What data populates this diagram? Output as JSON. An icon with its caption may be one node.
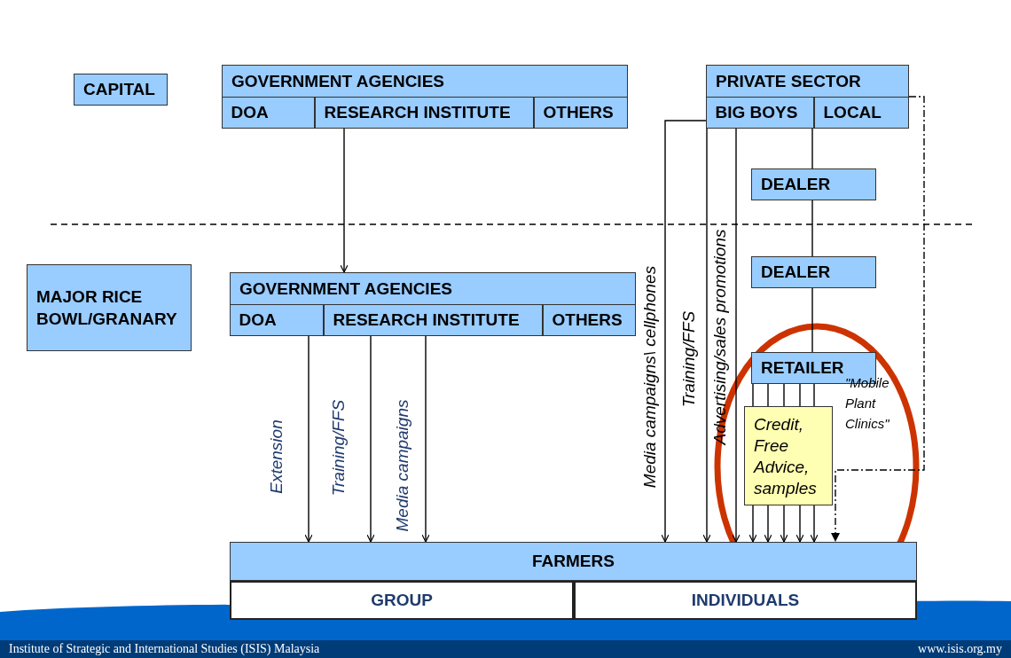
{
  "diagram": {
    "nodes": [
      {
        "text": [
          "CAPITAL"
        ]
      },
      {
        "text": [
          "GOVERNMENT AGENCIES"
        ]
      },
      {
        "text": [
          "DOA"
        ],
        "in": 1
      },
      {
        "text": [
          "RESEARCH INSTITUTE"
        ],
        "in": 1
      },
      {
        "text": [
          "OTHERS"
        ],
        "in": 1
      },
      {
        "text": [
          "PRIVATE SECTOR"
        ]
      },
      {
        "text": [
          "BIG BOYS"
        ],
        "in": 5
      },
      {
        "text": [
          "LOCAL"
        ],
        "in": 5
      },
      {
        "text": [
          "DEALER"
        ]
      },
      {
        "text": [
          "MAJOR RICE BOWL/GRANARY"
        ]
      },
      {
        "text": [
          "GOVERNMENT AGENCIES"
        ]
      },
      {
        "text": [
          "DOA"
        ],
        "in": 10
      },
      {
        "text": [
          "RESEARCH INSTITUTE"
        ],
        "in": 10
      },
      {
        "text": [
          "OTHERS"
        ],
        "in": 10
      },
      {
        "text": [
          "DEALER"
        ]
      },
      {
        "text": [
          "RETAILER"
        ]
      },
      {
        "text": [
          "Credit, Free Advice, samples"
        ]
      },
      {
        "text": [
          "FARMERS"
        ]
      },
      {
        "text": [
          "GROUP"
        ]
      },
      {
        "text": [
          "INDIVIDUALS"
        ]
      }
    ],
    "edges": [
      {
        "from": 3,
        "to": 10,
        "arrow": "to"
      },
      {
        "from": 11,
        "to": 17,
        "arrow": "to",
        "label": "Extension"
      },
      {
        "from": 12,
        "to": 17,
        "arrow": "to",
        "label": "Training/FFS"
      },
      {
        "from": 12,
        "to": 17,
        "arrow": "to",
        "label": "Media campaigns"
      },
      {
        "from": 6,
        "to": 17,
        "arrow": "to",
        "label": "Media campaigns\\ cellphones"
      },
      {
        "from": 6,
        "to": 17,
        "arrow": "to",
        "label": "Training/FFS"
      },
      {
        "from": 6,
        "to": 17,
        "arrow": "to",
        "label": "Advertising/sales promotions"
      },
      {
        "from": 7,
        "to": 8,
        "arrow": "none"
      },
      {
        "from": 8,
        "to": 14,
        "arrow": "none"
      },
      {
        "from": 14,
        "to": 15,
        "arrow": "none"
      },
      {
        "from": 15,
        "to": 16,
        "arrow": "none"
      },
      {
        "from": 15,
        "to": 16,
        "arrow": "none"
      },
      {
        "from": 15,
        "to": 16,
        "arrow": "none"
      },
      {
        "from": 15,
        "to": 16,
        "arrow": "none"
      },
      {
        "from": 15,
        "to": 16,
        "arrow": "none"
      },
      {
        "from": 16,
        "to": 17,
        "arrow": "to"
      },
      {
        "from": 16,
        "to": 17,
        "arrow": "to"
      },
      {
        "from": 16,
        "to": 17,
        "arrow": "to"
      },
      {
        "from": 16,
        "to": 17,
        "arrow": "to"
      },
      {
        "from": 16,
        "to": 17,
        "arrow": "to"
      },
      {
        "from": 5,
        "to": 17,
        "arrow": "to",
        "style": "dashed",
        "label": "\"Mobile Plant Clinics\""
      }
    ],
    "labels": [
      "Institute of Strategic and International Studies (ISIS) Malaysia",
      "www.isis.org.my"
    ]
  }
}
